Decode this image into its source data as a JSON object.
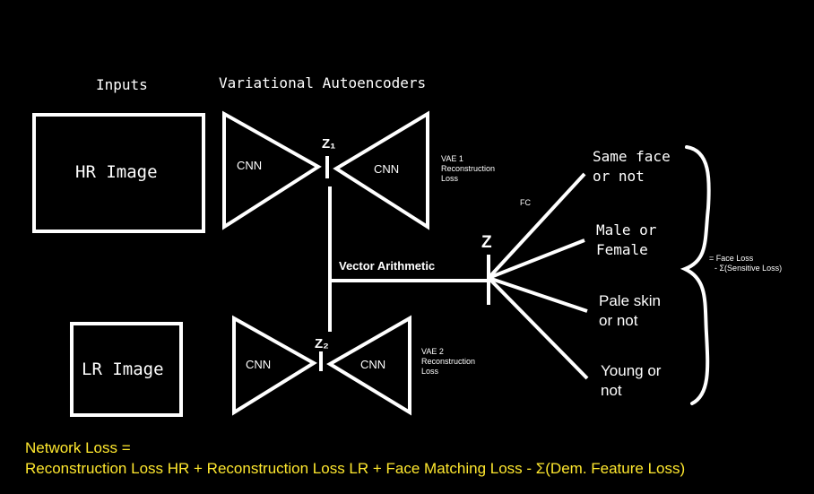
{
  "headers": {
    "inputs": "Inputs",
    "vae": "Variational Autoencoders"
  },
  "boxes": {
    "hr": "HR Image",
    "lr": "LR Image"
  },
  "vae1": {
    "encoder": "CNN",
    "decoder": "CNN",
    "latent": "Z₁",
    "loss_lines": [
      "VAE 1",
      "Reconstruction",
      "Loss"
    ]
  },
  "vae2": {
    "encoder": "CNN",
    "decoder": "CNN",
    "latent": "Z₂",
    "loss_lines": [
      "VAE 2",
      "Reconstruction",
      "Loss"
    ]
  },
  "vector_arithmetic": "Vector Arithmetic",
  "z_label": "Z",
  "fc_label": "FC",
  "outputs": [
    {
      "line1": "Same face",
      "line2": "or not"
    },
    {
      "line1": "Male or",
      "line2": "Female"
    },
    {
      "line1": "Pale skin",
      "line2": "or not"
    },
    {
      "line1": "Young or",
      "line2": "not"
    }
  ],
  "face_loss": {
    "line1": "= Face Loss",
    "line2": "- Σ(Sensitive Loss)"
  },
  "network_loss": {
    "line1": "Network Loss =",
    "line2": "Reconstruction Loss HR + Reconstruction Loss LR + Face Matching Loss - Σ(Dem. Feature Loss)"
  },
  "colors": {
    "background": "#000000",
    "stroke": "#ffffff",
    "loss_text": "#ffe82e"
  }
}
